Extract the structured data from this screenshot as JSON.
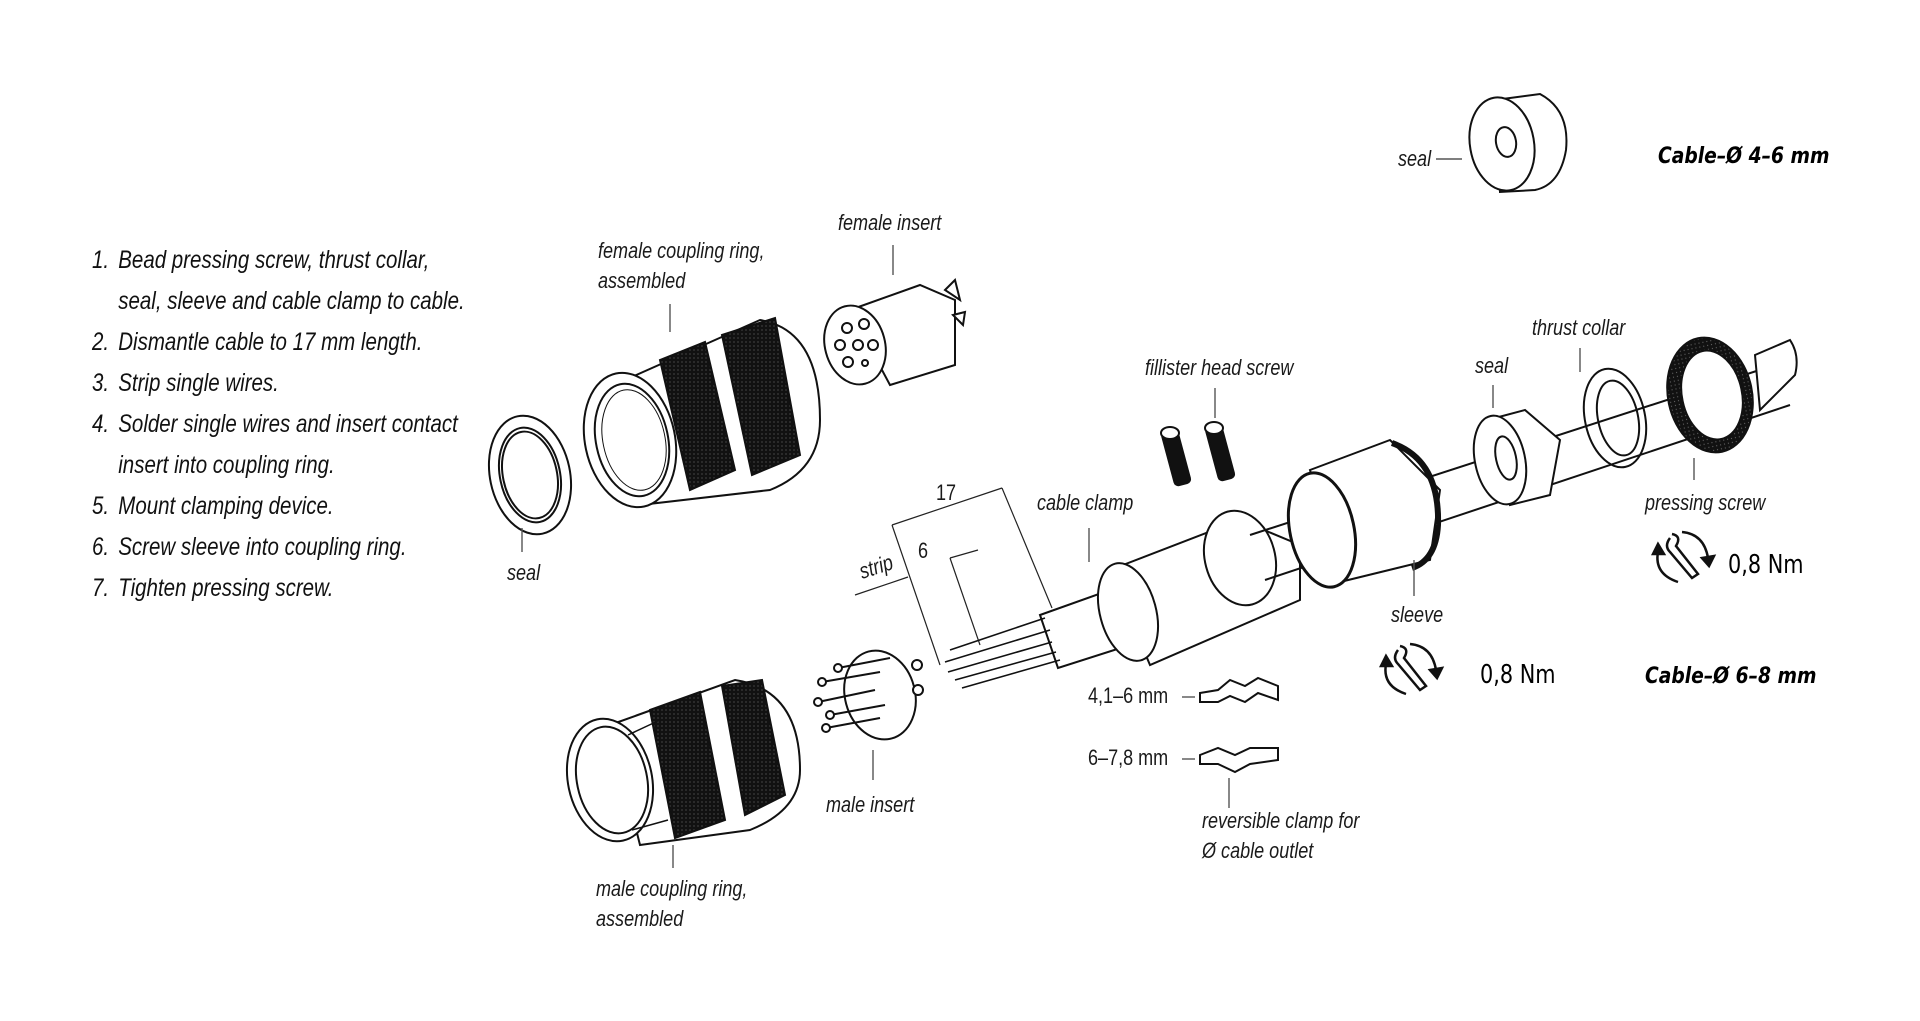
{
  "instructions": [
    {
      "num": "1.",
      "lines": [
        "Bead pressing screw, thrust collar,",
        "seal, sleeve and cable clamp to cable."
      ]
    },
    {
      "num": "2.",
      "lines": [
        "Dismantle cable to 17 mm length."
      ]
    },
    {
      "num": "3.",
      "lines": [
        "Strip single wires."
      ]
    },
    {
      "num": "4.",
      "lines": [
        "Solder single wires and insert contact",
        "insert into coupling ring."
      ]
    },
    {
      "num": "5.",
      "lines": [
        "Mount clamping device."
      ]
    },
    {
      "num": "6.",
      "lines": [
        "Screw sleeve into coupling ring."
      ]
    },
    {
      "num": "7.",
      "lines": [
        "Tighten pressing screw."
      ]
    }
  ],
  "labels": {
    "seal_left": "seal",
    "female_coupling_ring_1": "female coupling ring,",
    "female_coupling_ring_2": "assembled",
    "female_insert": "female insert",
    "male_coupling_ring_1": "male coupling ring,",
    "male_coupling_ring_2": "assembled",
    "male_insert": "male insert",
    "strip": "strip",
    "dim_17": "17",
    "dim_6": "6",
    "cable_clamp": "cable clamp",
    "fillister_head_screw": "fillister head screw",
    "clamp_small": "4,1–6 mm",
    "clamp_large": "6–7,8 mm",
    "reversible_clamp_1": "reversible clamp for",
    "reversible_clamp_2": "Ø cable outlet",
    "sleeve": "sleeve",
    "seal_mid": "seal",
    "thrust_collar": "thrust collar",
    "pressing_screw": "pressing screw",
    "seal_top": "seal"
  },
  "torque": {
    "sleeve": "0,8 Nm",
    "pressing_screw": "0,8 Nm"
  },
  "cable_ranges": {
    "small": "Cable–Ø 4–6 mm",
    "large": "Cable–Ø 6–8 mm"
  },
  "icons": {
    "wrench_torque": "wrench-rotate-icon"
  },
  "colors": {
    "line": "#111111",
    "knurl": "#1a1a1a",
    "background": "#ffffff"
  }
}
